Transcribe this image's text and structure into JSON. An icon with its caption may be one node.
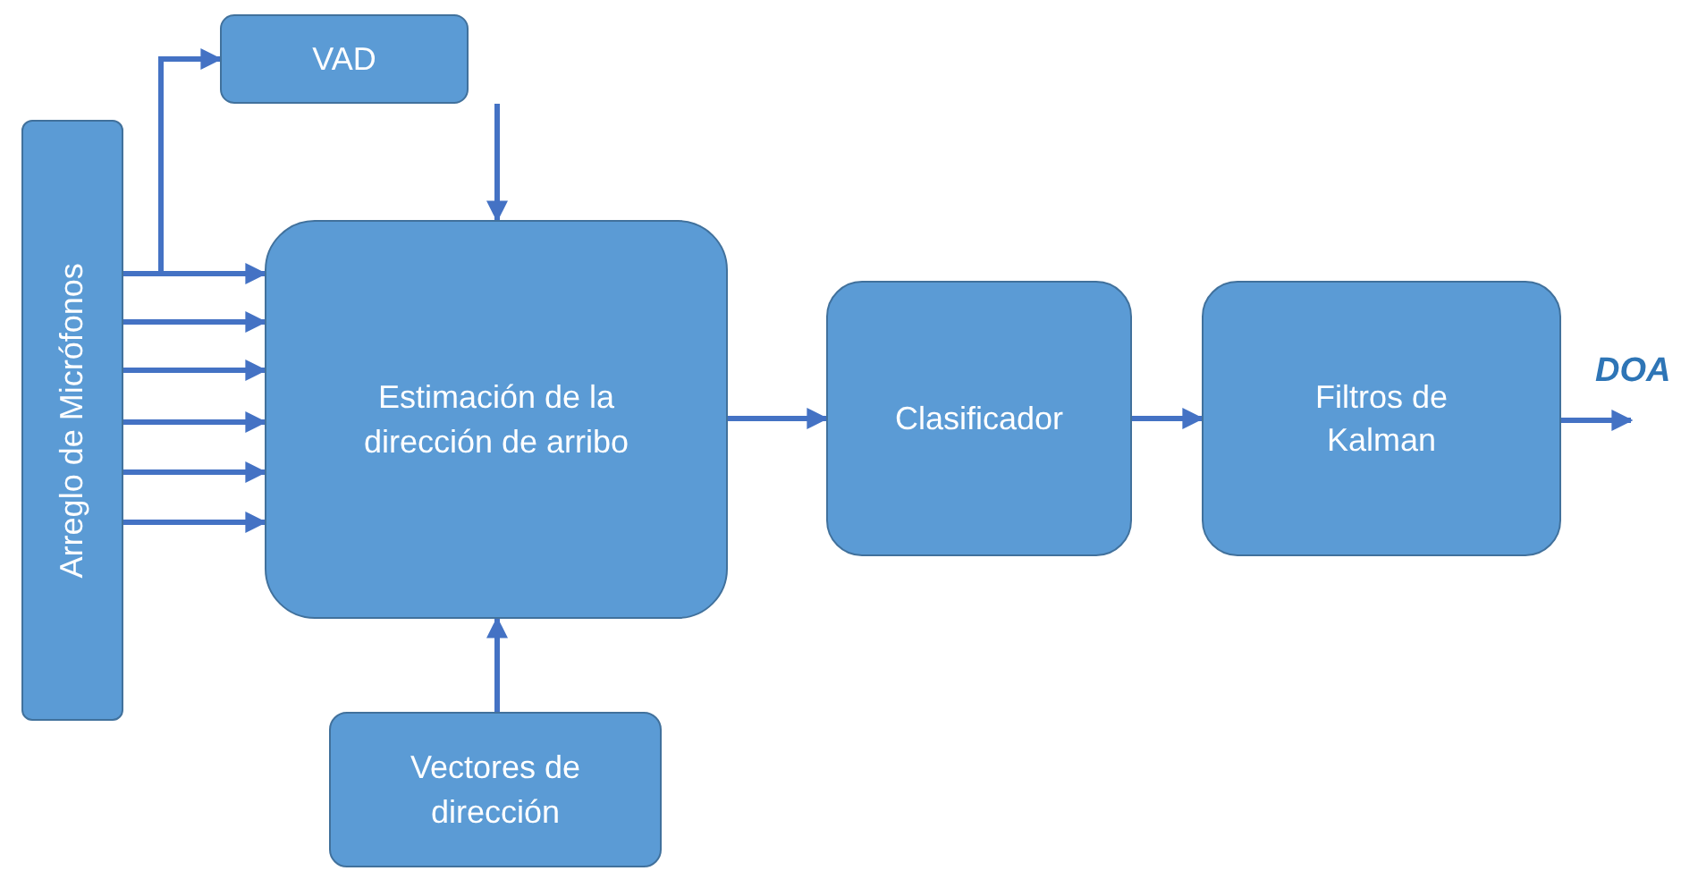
{
  "diagram": {
    "nodes": [
      {
        "text": [
          "Arreglo de Micrófonos"
        ]
      },
      {
        "text": [
          "VAD"
        ]
      },
      {
        "text": [
          "Estimación de la dirección de arribo"
        ]
      },
      {
        "text": [
          "Vectores de dirección"
        ]
      },
      {
        "text": [
          "Clasificador"
        ]
      },
      {
        "text": [
          "Filtros de Kalman"
        ]
      }
    ],
    "edges": [
      {
        "from": 0,
        "to": 1,
        "arrow": "to"
      },
      {
        "from": 0,
        "to": 2,
        "arrow": "to"
      },
      {
        "from": 0,
        "to": 2,
        "arrow": "to"
      },
      {
        "from": 0,
        "to": 2,
        "arrow": "to"
      },
      {
        "from": 0,
        "to": 2,
        "arrow": "to"
      },
      {
        "from": 0,
        "to": 2,
        "arrow": "to"
      },
      {
        "from": 0,
        "to": 2,
        "arrow": "to"
      },
      {
        "from": 1,
        "to": 2,
        "arrow": "to"
      },
      {
        "from": 3,
        "to": 2,
        "arrow": "to"
      },
      {
        "from": 2,
        "to": 4,
        "arrow": "to"
      },
      {
        "from": 4,
        "to": 5,
        "arrow": "to"
      },
      {
        "from": 5,
        "to": null,
        "label": "DOA",
        "arrow": "to"
      }
    ]
  }
}
